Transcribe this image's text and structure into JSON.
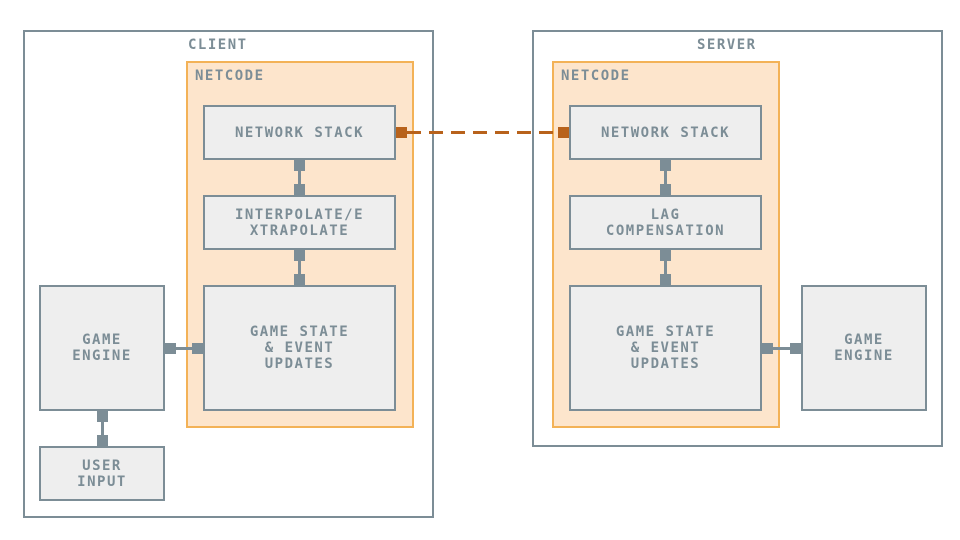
{
  "colors": {
    "box_border": "#7c8d96",
    "box_fill": "#eeeeee",
    "netcode_border": "#f3b257",
    "netcode_fill": "#fde5cc",
    "network_link": "#b8621b"
  },
  "client": {
    "title": "CLIENT",
    "netcode_label": "NETCODE",
    "network_stack": "NETWORK STACK",
    "interpolate": "INTERPOLATE/E\nXTRAPOLATE",
    "game_state": "GAME STATE\n& EVENT\nUPDATES",
    "game_engine": "GAME\nENGINE",
    "user_input": "USER\nINPUT"
  },
  "server": {
    "title": "SERVER",
    "netcode_label": "NETCODE",
    "network_stack": "NETWORK STACK",
    "lag_compensation": "LAG\nCOMPENSATION",
    "game_state": "GAME STATE\n& EVENT\nUPDATES",
    "game_engine": "GAME\nENGINE"
  }
}
